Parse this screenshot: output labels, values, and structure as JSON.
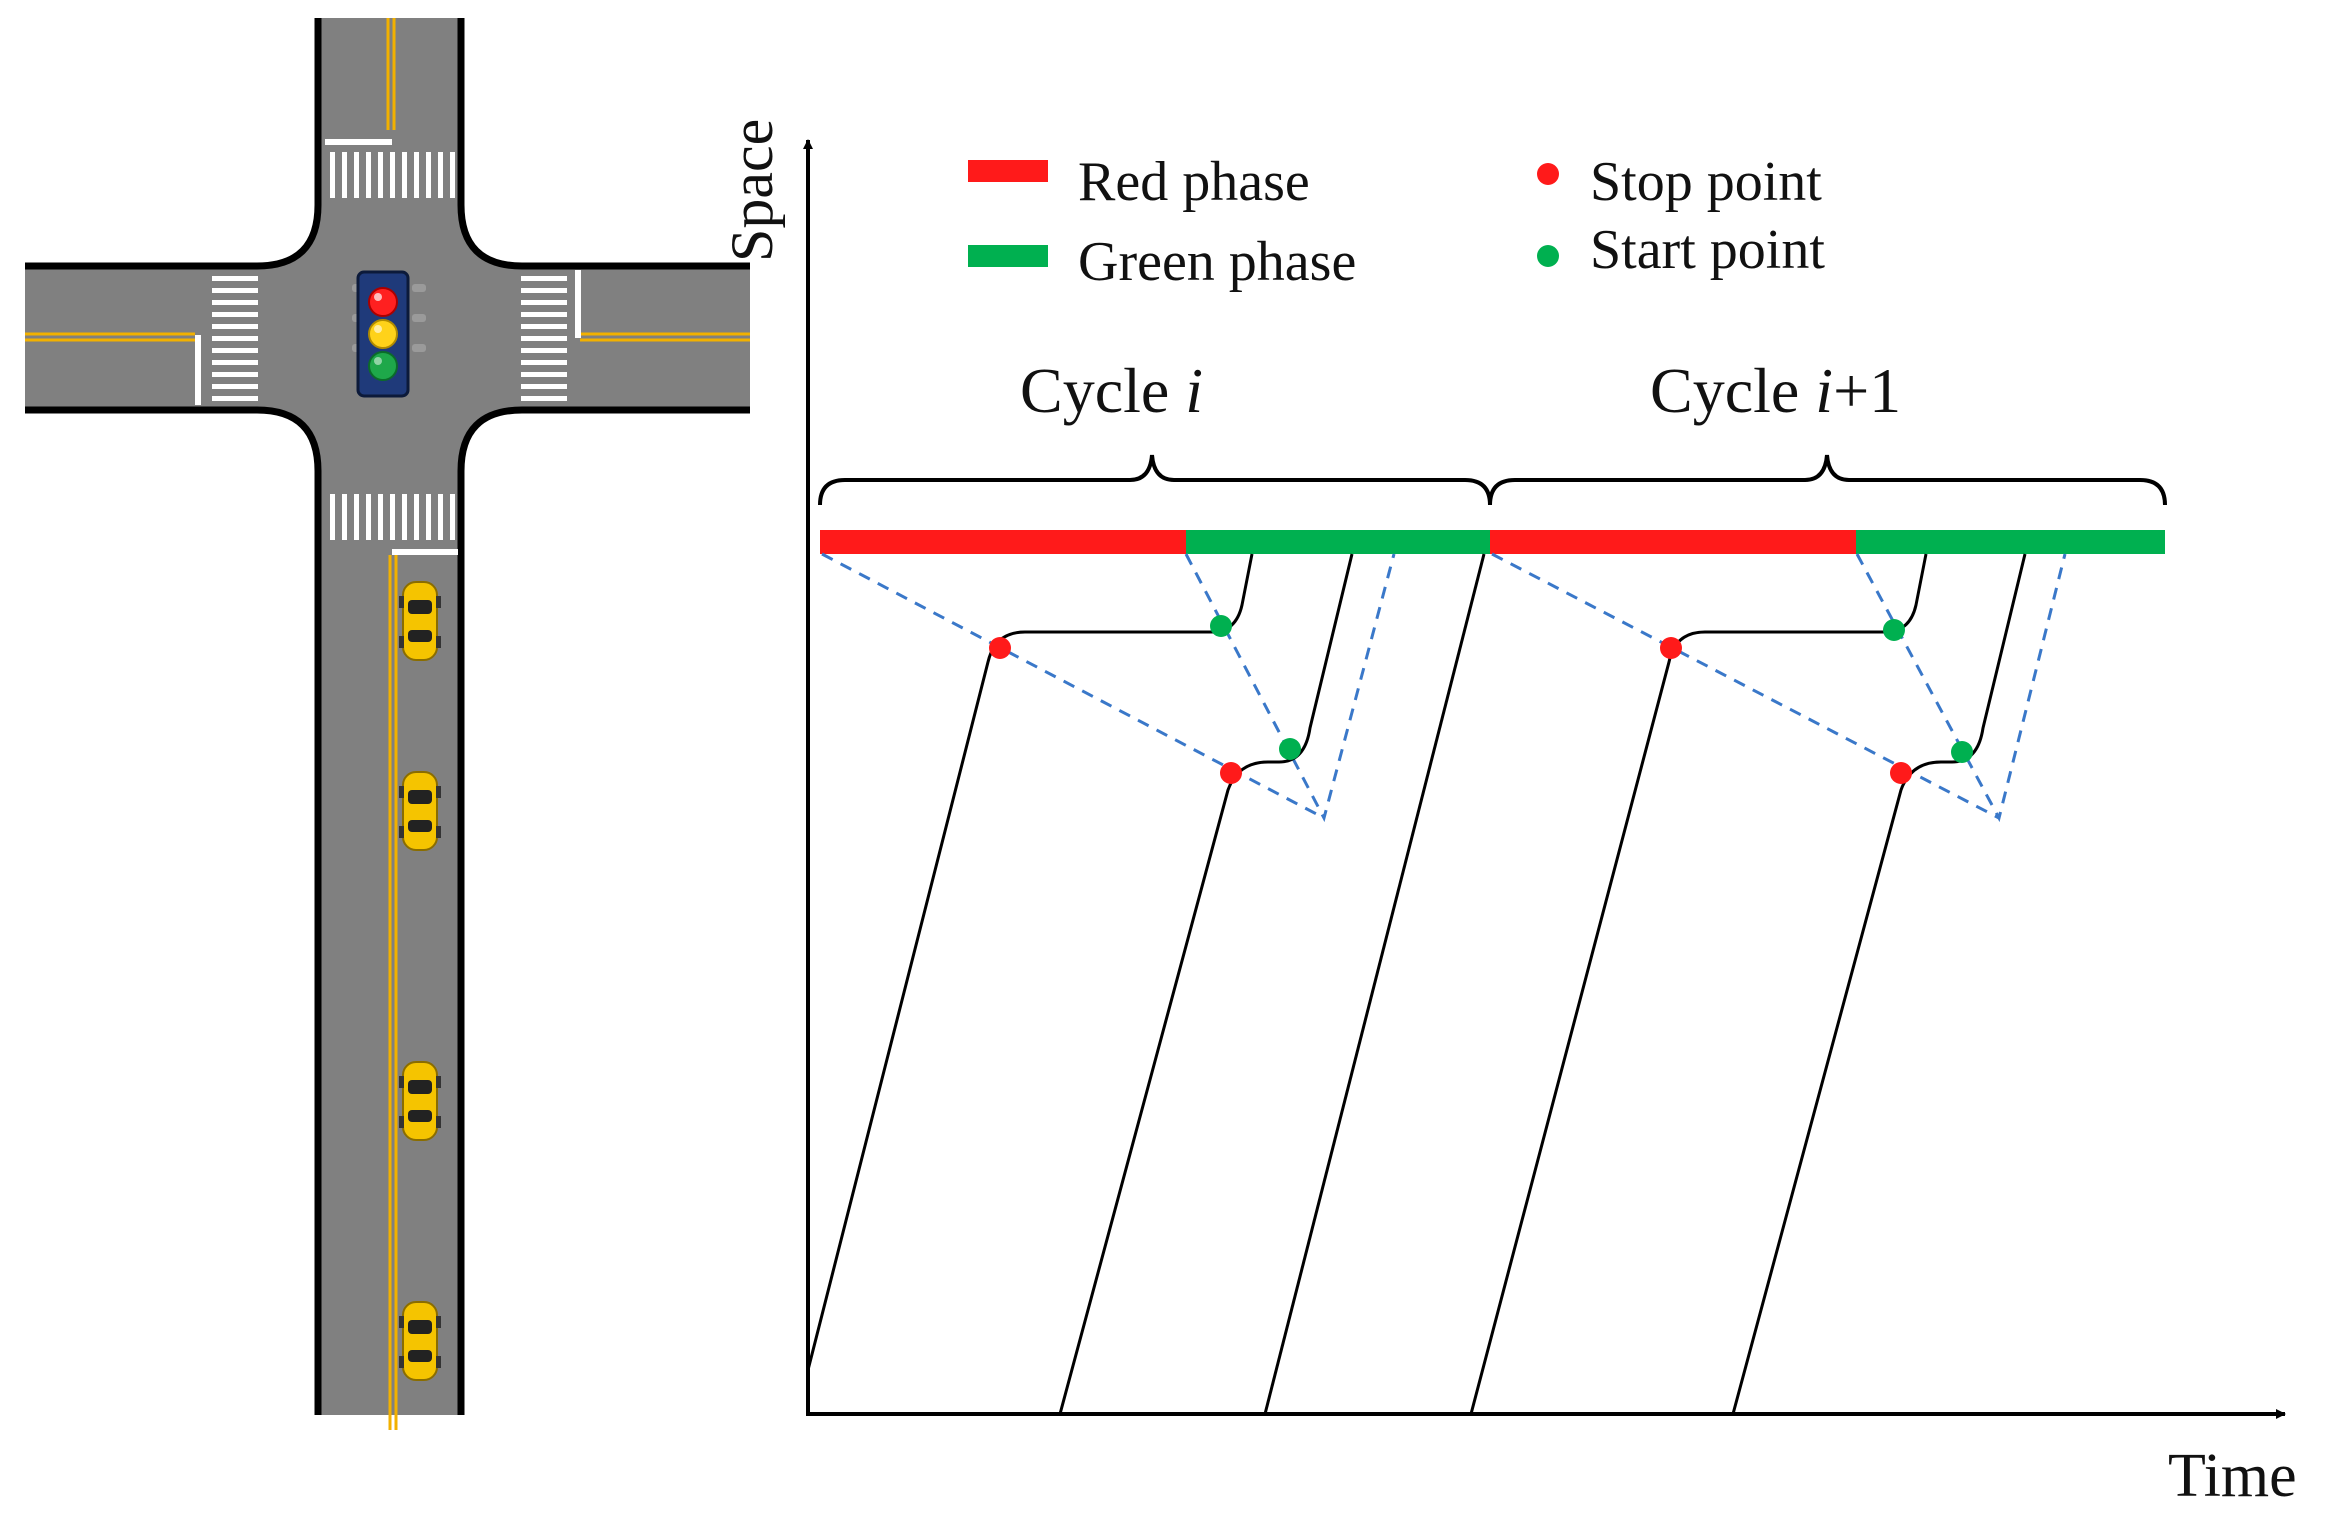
{
  "axes": {
    "y_label": "Space",
    "x_label": "Time"
  },
  "legend": {
    "red_phase": "Red phase",
    "green_phase": "Green phase",
    "stop_point": "Stop point",
    "start_point": "Start point"
  },
  "cycles": [
    {
      "prefix": "Cycle ",
      "index": "i",
      "suffix": ""
    },
    {
      "prefix": "Cycle ",
      "index": "i",
      "suffix": "+1"
    }
  ],
  "colors": {
    "red_phase": "#ff1a1a",
    "green_phase": "#00b050",
    "stop_point": "#ff1a1a",
    "start_point": "#00b050",
    "shockwave": "#3a78c9",
    "road": "#808080",
    "lane_marking": "#f2b100",
    "vehicle": "#f5c400"
  },
  "icons": {
    "traffic_light": "traffic-light-icon",
    "vehicle": "car-icon"
  }
}
